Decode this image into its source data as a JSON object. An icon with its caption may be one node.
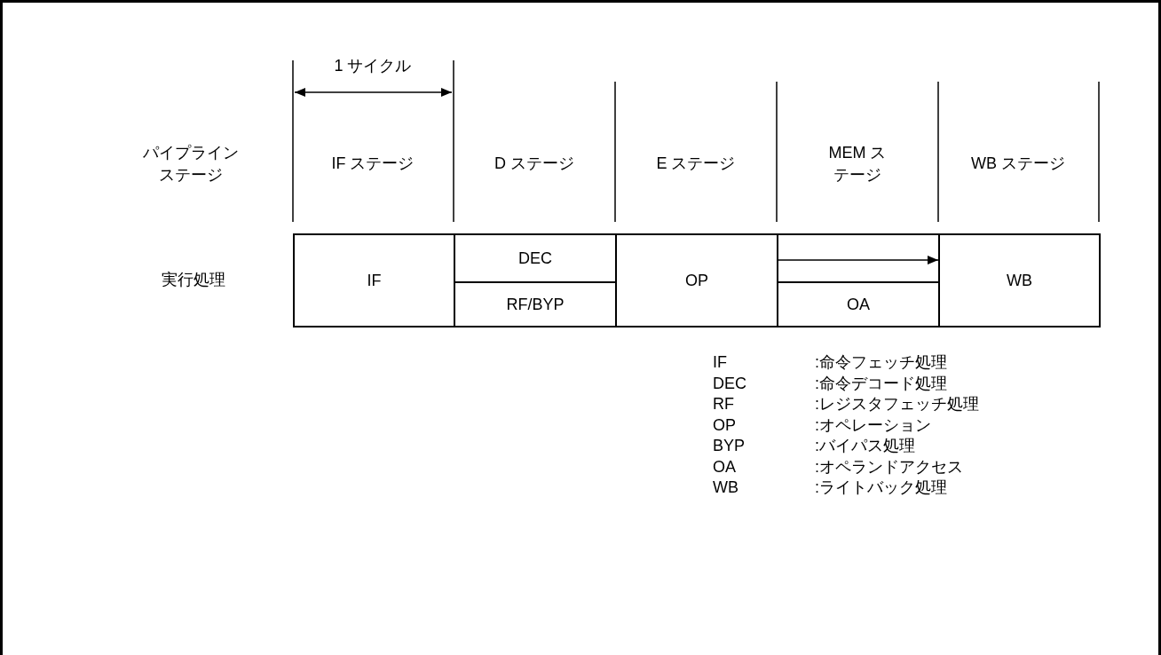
{
  "diagram": {
    "nodes": [
      {
        "text": [
          "IF"
        ]
      },
      {
        "text": [
          "DEC"
        ]
      },
      {
        "text": [
          "RF/BYP"
        ]
      },
      {
        "text": [
          "OP"
        ]
      },
      {
        "text": [
          "OA"
        ]
      },
      {
        "text": [
          "WB"
        ]
      }
    ],
    "edges": [
      {
        "from": 3,
        "to": 5,
        "arrow": "to"
      }
    ],
    "labels": [
      "1 サイクル",
      "パイプラインステージ",
      "IF ステージ",
      "D ステージ",
      "E ステージ",
      "MEM ステージ",
      "WB ステージ",
      "実行処理",
      "IF",
      ":命令フェッチ処理",
      "DEC",
      ":命令デコード処理",
      "RF",
      ":レジスタフェッチ処理",
      "OP",
      ":オペレーション",
      "BYP",
      ":バイパス処理",
      "OA",
      ":オペランドアクセス",
      "WB",
      ":ライトバック処理"
    ]
  }
}
